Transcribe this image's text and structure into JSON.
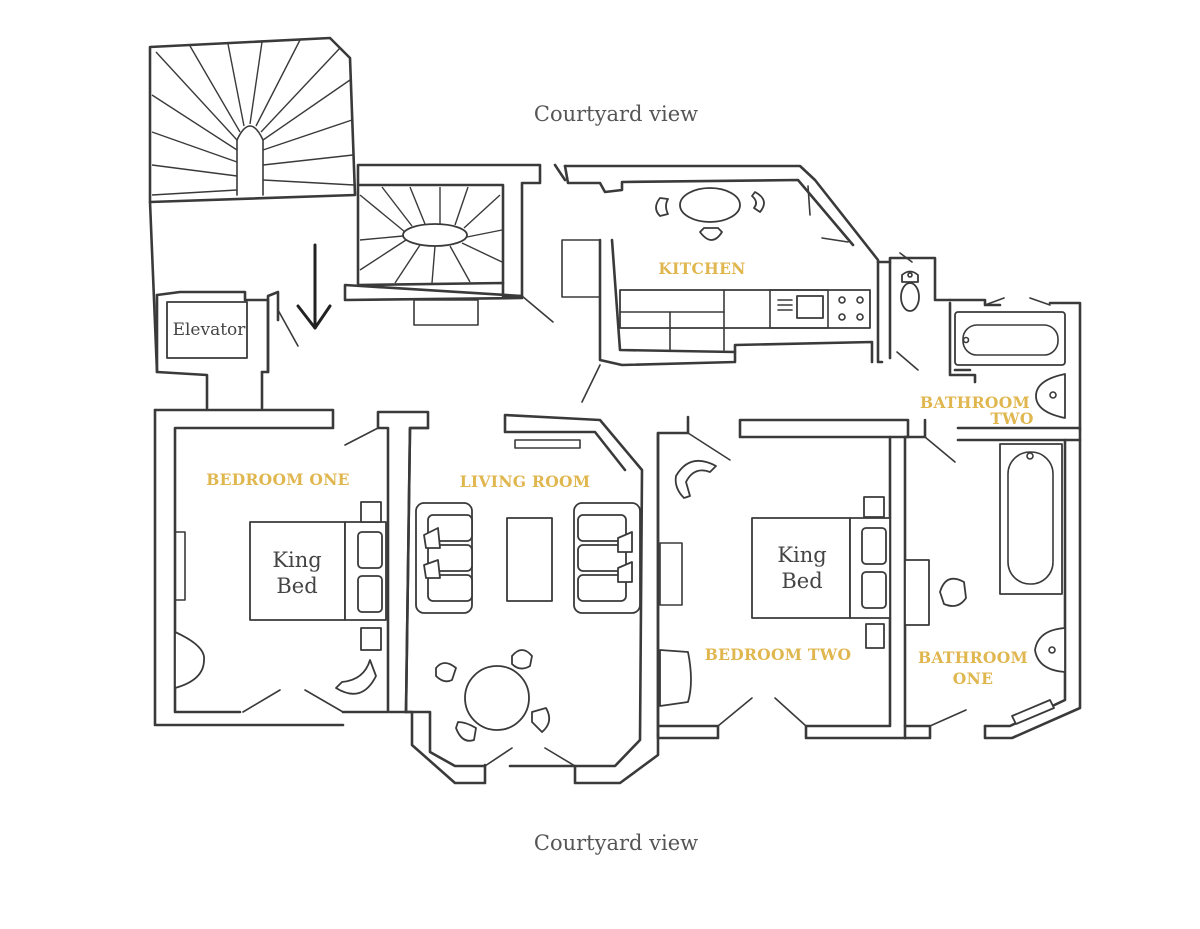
{
  "colors": {
    "wall": "#3a3a3a",
    "room_label": "#e0b64f",
    "view_label": "#555555",
    "background": "#ffffff"
  },
  "views": {
    "top": "Courtyard view",
    "bottom": "Courtyard view"
  },
  "labels": {
    "elevator": "Elevator",
    "kitchen": "KITCHEN",
    "bedroom_one": "BEDROOM ONE",
    "living_room": "LIVING ROOM",
    "bedroom_two": "BEDROOM TWO",
    "bathroom_two_line1": "BATHROOM",
    "bathroom_two_line2": "TWO",
    "bathroom_one_line1": "BATHROOM",
    "bathroom_one_line2": "ONE",
    "bed_one_line1": "King",
    "bed_one_line2": "Bed",
    "bed_two_line1": "King",
    "bed_two_line2": "Bed"
  },
  "icons": {
    "entrance": "arrow-down-icon"
  }
}
